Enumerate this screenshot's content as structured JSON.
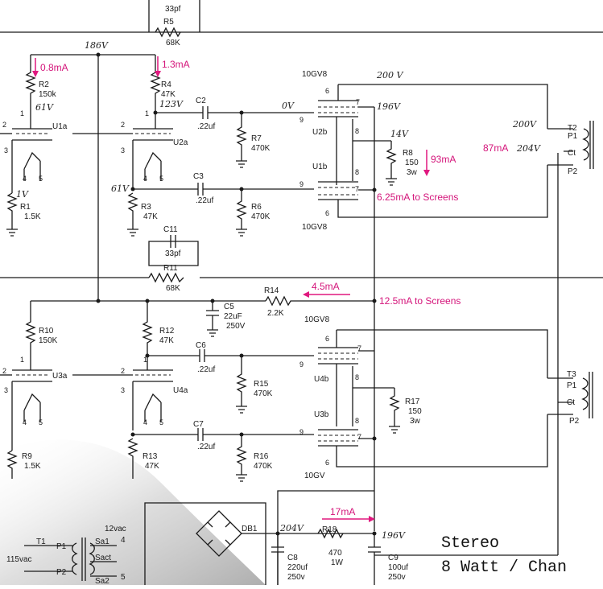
{
  "labels": {
    "r5": "R5",
    "r5v": "68K",
    "c_top": "33pf",
    "v186": "186V",
    "r2": "R2",
    "r2v": "150k",
    "r4": "R4",
    "r4v": "47K",
    "u1a": "U1a",
    "u2a": "U2a",
    "c2": "C2",
    "c2v": ".22uf",
    "r7": "R7",
    "r7v": "470K",
    "u2b": "U2b",
    "u1b": "U1b",
    "tube_top": "10GV8",
    "tube_mid": "10GV8",
    "tube_low": "10GV8",
    "tube_bot": "10GV",
    "r8": "R8",
    "r8v": "150",
    "r8w": "3w",
    "c3": "C3",
    "c3v": ".22uf",
    "r6": "R6",
    "r6v": "470K",
    "r1": "R1",
    "r1v": "1.5K",
    "r3": "R3",
    "r3v": "47K",
    "c11": "C11",
    "c11v": "33pf",
    "r11": "R11",
    "r11v": "68K",
    "r14": "R14",
    "r14v": "2.2K",
    "c5": "C5",
    "c5v": "22uF",
    "c5w": "250V",
    "r10": "R10",
    "r10v": "150K",
    "r12": "R12",
    "r12v": "47K",
    "u3a": "U3a",
    "u4a": "U4a",
    "c6": "C6",
    "c6v": ".22uf",
    "r15": "R15",
    "r15v": "470K",
    "u4b": "U4b",
    "u3b": "U3b",
    "r17": "R17",
    "r17v": "150",
    "r17w": "3w",
    "c7": "C7",
    "c7v": ".22uf",
    "r16": "R16",
    "r16v": "470K",
    "r9": "R9",
    "r9v": "1.5K",
    "r13": "R13",
    "r13v": "47K",
    "t2": "T2",
    "t3": "T3",
    "p1": "P1",
    "ct": "Ct",
    "p2": "P2",
    "t1": "T1",
    "sa1": "Sa1",
    "sact": "Sact",
    "sa2": "Sa2",
    "v12ac": "12vac",
    "v115ac": "115vac",
    "db1": "DB1",
    "r18": "R18",
    "r18v": "470",
    "r18w": "1W",
    "c8": "C8",
    "c8v": "220uf",
    "c8w": "250v",
    "c9": "C9",
    "c9v": "100uf",
    "c9w": "250v"
  },
  "handwritten": {
    "v61a": "61V",
    "v123": "123V",
    "v0": "0V",
    "v200a": "200 V",
    "v196a": "196V",
    "v200b": "200V",
    "v14": "14V",
    "v204a": "204V",
    "v61b": "61V",
    "v1": "1V",
    "v204b": "204V",
    "v196b": "196V"
  },
  "annotations": {
    "a08": "0.8mA",
    "a13": "1.3mA",
    "a93": "93mA",
    "a87": "87mA",
    "a625": "6.25mA to Screens",
    "a45": "4.5mA",
    "a125": "12.5mA to Screens",
    "a17": "17mA"
  },
  "title": {
    "line1": "Stereo",
    "line2": "8 Watt / Chan"
  },
  "colors": {
    "annotation": "#e0187f",
    "ink": "#1a1a1a"
  }
}
